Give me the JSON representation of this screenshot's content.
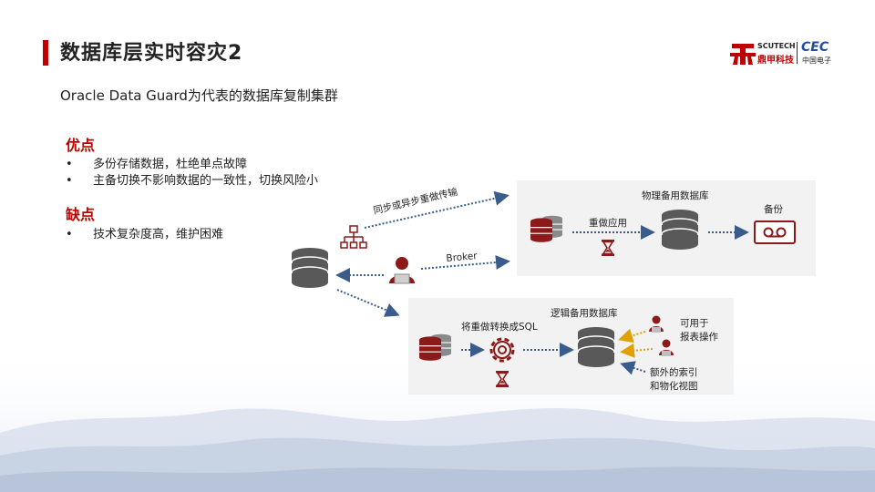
{
  "header": {
    "title": "数据库层实时容灾2",
    "subtitle": "Oracle Data Guard为代表的数据库复制集群",
    "logo_scutech_top": "SCUTECH",
    "logo_scutech_bottom": "鼎甲科技",
    "logo_cec_top": "CEC",
    "logo_cec_bottom": "中国电子"
  },
  "pros": {
    "heading": "优点",
    "items": [
      "多份存储数据，杜绝单点故障",
      "主备切换不影响数据的一致性，切换风险小"
    ]
  },
  "cons": {
    "heading": "缺点",
    "items": [
      "技术复杂度高，维护困难"
    ]
  },
  "diagram": {
    "link_sync": "同步或异步重做传输",
    "link_broker": "Broker",
    "physical_title": "物理备用数据库",
    "redo_apply": "重做应用",
    "backup": "备份",
    "logical_title": "逻辑备用数据库",
    "redo_to_sql": "将重做转换成SQL",
    "report_line1": "可用于",
    "report_line2": "报表操作",
    "extra_line1": "额外的索引",
    "extra_line2": "和物化视图"
  },
  "colors": {
    "accent": "#c00000",
    "db_gray": "#595959",
    "db_red": "#8b1a1a",
    "arrow_blue": "#3a5c8c",
    "arrow_gold": "#e0a100",
    "panel": "#f2f2f2"
  },
  "icons": [
    "network-icon",
    "database-icon",
    "admin-user-icon",
    "hourglass-icon",
    "tape-backup-icon",
    "gear-icon",
    "person-icon"
  ]
}
